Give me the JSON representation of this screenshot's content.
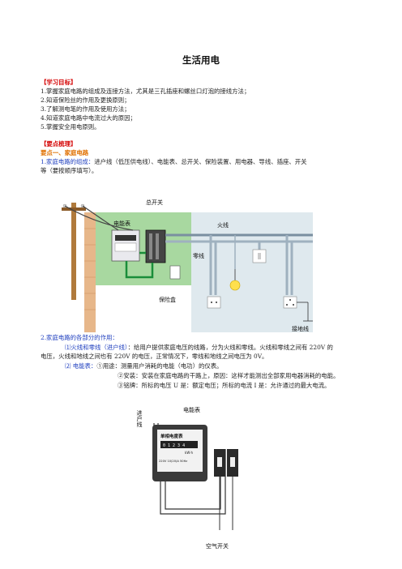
{
  "title": "生活用电",
  "objectives": {
    "heading": "【学习目标】",
    "items": [
      "1.掌握家庭电路的组成及连接方法，尤其是三孔插座和螺丝口灯泡的接线方法；",
      "2.知道保险丝的作用及更换原则；",
      "3.了解测电笔的作用及使用方法；",
      "4.知道家庭电路中电流过大的原因；",
      "5.掌握安全用电原则。"
    ]
  },
  "summary": {
    "heading": "【要点梳理】",
    "point1": "要点一、家庭电路",
    "item1": {
      "prefix": "1.家庭电路的组成：",
      "text": "进户线（低压供电线）、电能表、总开关、保险装置、用电器、导线、插座、开关",
      "text2": "等（要按顺序填写）。"
    },
    "item2": {
      "label": "2.家庭电路的各部分的作用：",
      "sub1_label": "⑴火线和零线（进户线）",
      "sub1_text": "：给用户提供家庭电压的线路，分为火线和零线。火线和零线之间有 220V 的",
      "sub1_text2": "电压，火线和地线之间也有 220V 的电压，正常情况下，零线和地线之间电压为 0V。",
      "sub2_label": "⑵ 电能表：",
      "sub2_a": "①用途：测量用户消耗的电能（电功）的仪表。",
      "sub2_b": "②安装：安装在家庭电路的干路上，原因：这样才能测出全部家用电器消耗的电能。",
      "sub2_c": "③铭牌：所标的电压 U 是：额定电压；所标的电流 I 是：允许通过的最大电流。"
    }
  },
  "figure1": {
    "label_meter": "电能表",
    "label_switch": "总开关",
    "label_live": "火线",
    "label_neutral": "零线",
    "label_fuse": "保险盒",
    "label_ground": "接地线"
  },
  "figure2": {
    "label_meter": "电能表",
    "label_incoming": "进户线",
    "label_breaker": "空气开关",
    "meter_name": "单相电度表",
    "meter_digits": "0 1 2 3 4",
    "meter_unit": "kW·h",
    "meter_rating": "220V 10(20)A 50Hz"
  }
}
